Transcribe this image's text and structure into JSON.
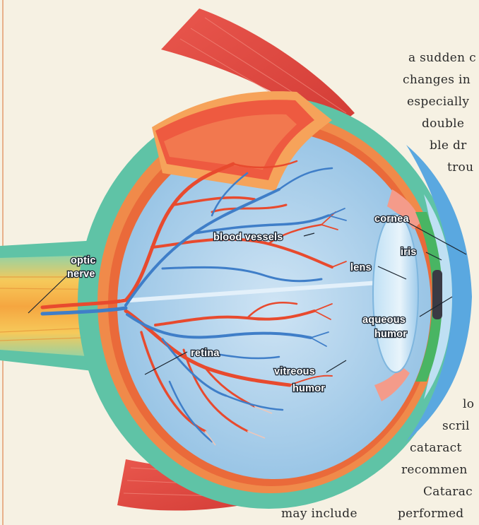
{
  "labels": {
    "optic_nerve_line1": "optic",
    "optic_nerve_line2": "nerve",
    "blood_vessels": "blood vessels",
    "retina": "retina",
    "vitreous_line1": "vitreous",
    "vitreous_line2": "humor",
    "lens": "lens",
    "cornea": "cornea",
    "iris": "iris",
    "aqueous_line1": "aqueous",
    "aqueous_line2": "humor"
  },
  "text_right_top": [
    "a sudden c",
    "changes in",
    "especially",
    "double",
    "ble dr",
    "trou"
  ],
  "text_right_bottom": [
    "lo",
    "scril",
    "cataract",
    "recommen",
    "Catarac",
    "performed"
  ],
  "text_bottom_center": "may include",
  "colors": {
    "background": "#f6f1e3",
    "sclera": "#5fc3a6",
    "choroid": "#f08a4a",
    "vitreous": "#a9cde9",
    "muscle": "#e2504a",
    "nerve": "#f2b14a",
    "artery": "#e84a2e",
    "vein": "#3f7ec8"
  }
}
